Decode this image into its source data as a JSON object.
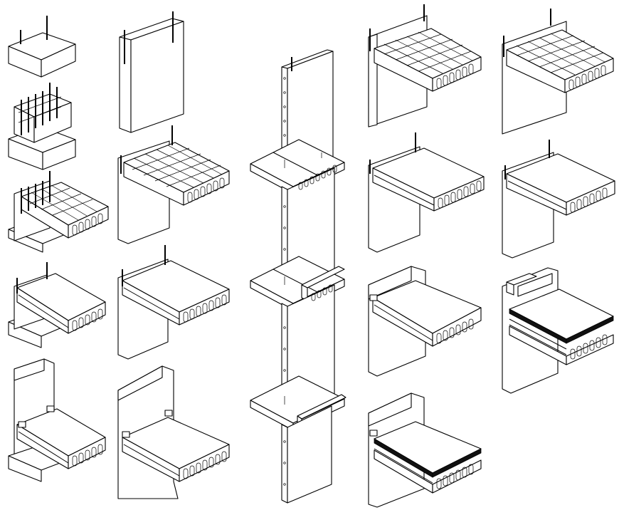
{
  "drawing": {
    "style": "isometric line drawing, black on white",
    "background": "#ffffff",
    "line_color": "#000000",
    "details": [
      {
        "row": 1,
        "col": 1,
        "icon": "concrete-block-with-rebar-icon"
      },
      {
        "row": 1,
        "col": 2,
        "icon": "precast-wall-panel-icon"
      },
      {
        "row": 1,
        "col": 3,
        "icon": "thin-wall-panel-icon"
      },
      {
        "row": 1,
        "col": 4,
        "icon": "wall-slab-with-mesh-icon"
      },
      {
        "row": 1,
        "col": 5,
        "icon": "wall-slab-with-mesh-icon"
      },
      {
        "row": 2,
        "col": 1,
        "icon": "stepped-footing-with-rebar-icon"
      },
      {
        "row": 2,
        "col": 2,
        "icon": "wall-slab-with-mesh-icon"
      },
      {
        "row": 2,
        "col": 3,
        "icon": "t-junction-hollow-core-icon"
      },
      {
        "row": 2,
        "col": 4,
        "icon": "wall-hollow-core-slab-icon"
      },
      {
        "row": 2,
        "col": 5,
        "icon": "wall-hollow-core-slab-icon"
      },
      {
        "row": 3,
        "col": 1,
        "icon": "footing-slab-with-mesh-icon"
      },
      {
        "row": 4,
        "col": 1,
        "icon": "footing-hollow-core-slab-icon"
      },
      {
        "row": 4,
        "col": 2,
        "icon": "wall-hollow-core-slab-icon"
      },
      {
        "row": 4,
        "col": 3,
        "icon": "t-junction-with-upstand-icon"
      },
      {
        "row": 4,
        "col": 4,
        "icon": "wall-parapet-slab-icon"
      },
      {
        "row": 4,
        "col": 5,
        "icon": "wall-parapet-layered-slab-icon"
      },
      {
        "row": 5,
        "col": 1,
        "icon": "column-footing-slab-icon"
      },
      {
        "row": 5,
        "col": 2,
        "icon": "tall-wall-slab-icon"
      },
      {
        "row": 5,
        "col": 3,
        "icon": "t-junction-upstand-panel-icon"
      },
      {
        "row": 5,
        "col": 4,
        "icon": "wall-parapet-layered-slab-icon"
      }
    ]
  }
}
